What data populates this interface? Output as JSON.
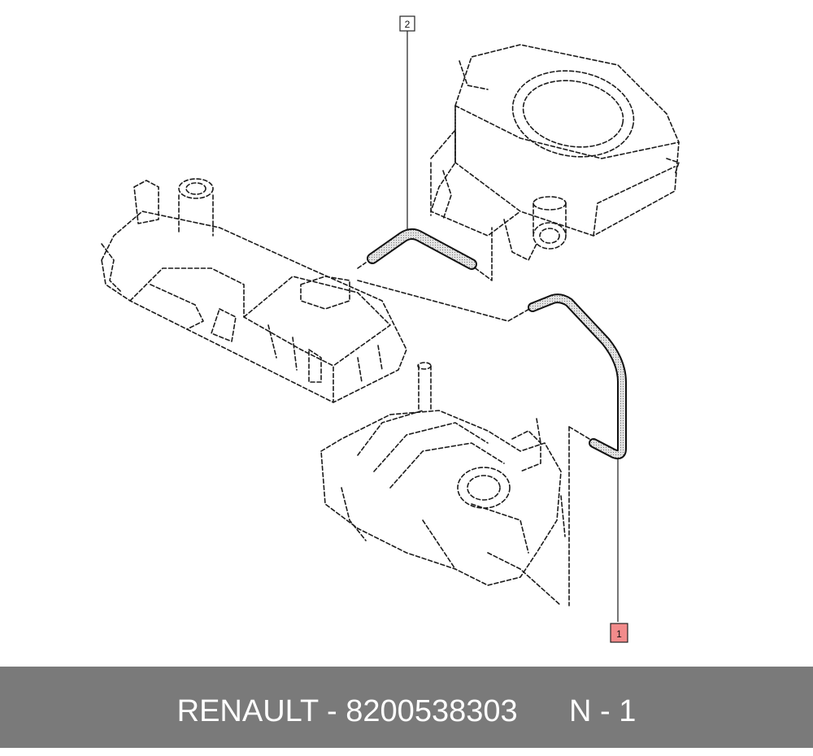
{
  "callouts": [
    {
      "label": "2",
      "highlighted": false
    },
    {
      "label": "1",
      "highlighted": true
    }
  ],
  "colors": {
    "footer_bg": "#7a7a7a",
    "footer_text": "#ffffff",
    "highlight": "#f28b8b",
    "hose_fill": "#e8e8e8"
  },
  "footer": {
    "brand": "RENAULT",
    "separator": " - ",
    "part_number": "8200538303",
    "position": "N - 1"
  }
}
